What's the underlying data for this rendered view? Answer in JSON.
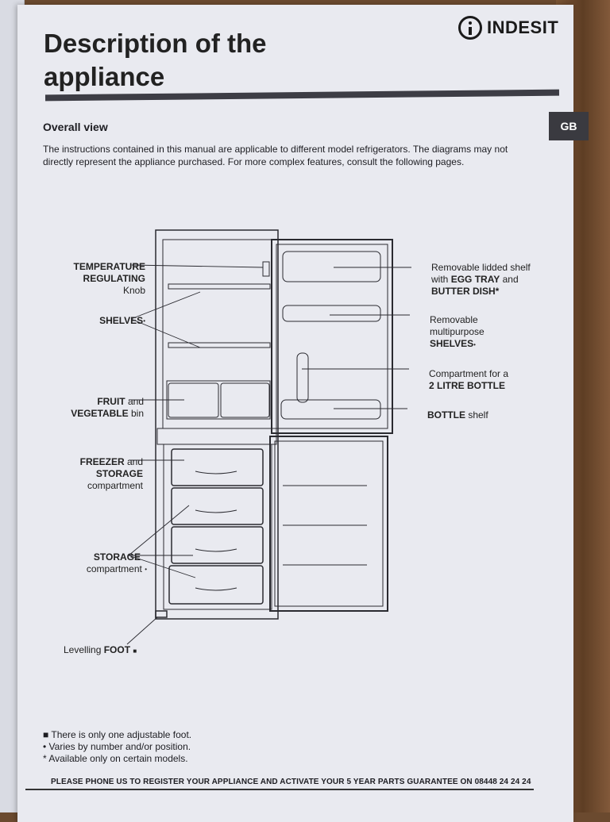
{
  "header": {
    "title_line1": "Description of the",
    "title_line2": "appliance",
    "brand": "INDESIT",
    "language_tab": "GB"
  },
  "section": {
    "heading": "Overall view",
    "intro_line1": "The instructions contained in this manual are applicable to different model refrigerators. The diagrams may not",
    "intro_line2": "directly represent the appliance purchased. For more complex features, consult the following pages."
  },
  "labels": {
    "temperature": {
      "l1": "TEMPERATURE",
      "l2": "REGULATING",
      "l3": "Knob"
    },
    "shelves": {
      "bold": "SHELVES",
      "mark": "•"
    },
    "fruit": {
      "bold1": "FRUIT",
      "plain1": " and",
      "bold2": "VEGETABLE",
      "plain2": " bin"
    },
    "freezer": {
      "bold1": "FREEZER",
      "plain1": " and",
      "bold2": "STORAGE",
      "plain2": "compartment"
    },
    "storage": {
      "bold": "STORAGE",
      "plain": "compartment",
      "mark": "•"
    },
    "foot": {
      "plain": "Levelling ",
      "bold": "FOOT",
      "mark": "■"
    },
    "lidded_shelf": {
      "l1": "Removable lidded shelf",
      "l2a": "with ",
      "l2b": "EGG TRAY",
      "l2c": " and",
      "l3": "BUTTER DISH*"
    },
    "multipurpose": {
      "l1": "Removable",
      "l2": "multipurpose",
      "l3": "SHELVES",
      "mark": "•"
    },
    "bottle_compartment": {
      "l1": "Compartment for a",
      "l2": "2 LITRE BOTTLE"
    },
    "bottle_shelf": {
      "bold": "BOTTLE",
      "plain": " shelf"
    }
  },
  "notes": [
    "■ There is only one adjustable foot.",
    "• Varies by number and/or position.",
    "* Available only on certain models."
  ],
  "footer": {
    "phone_text": "PLEASE PHONE US TO REGISTER YOUR APPLIANCE AND ACTIVATE YOUR 5 YEAR PARTS GUARANTEE ON 08448 24 24 24"
  }
}
